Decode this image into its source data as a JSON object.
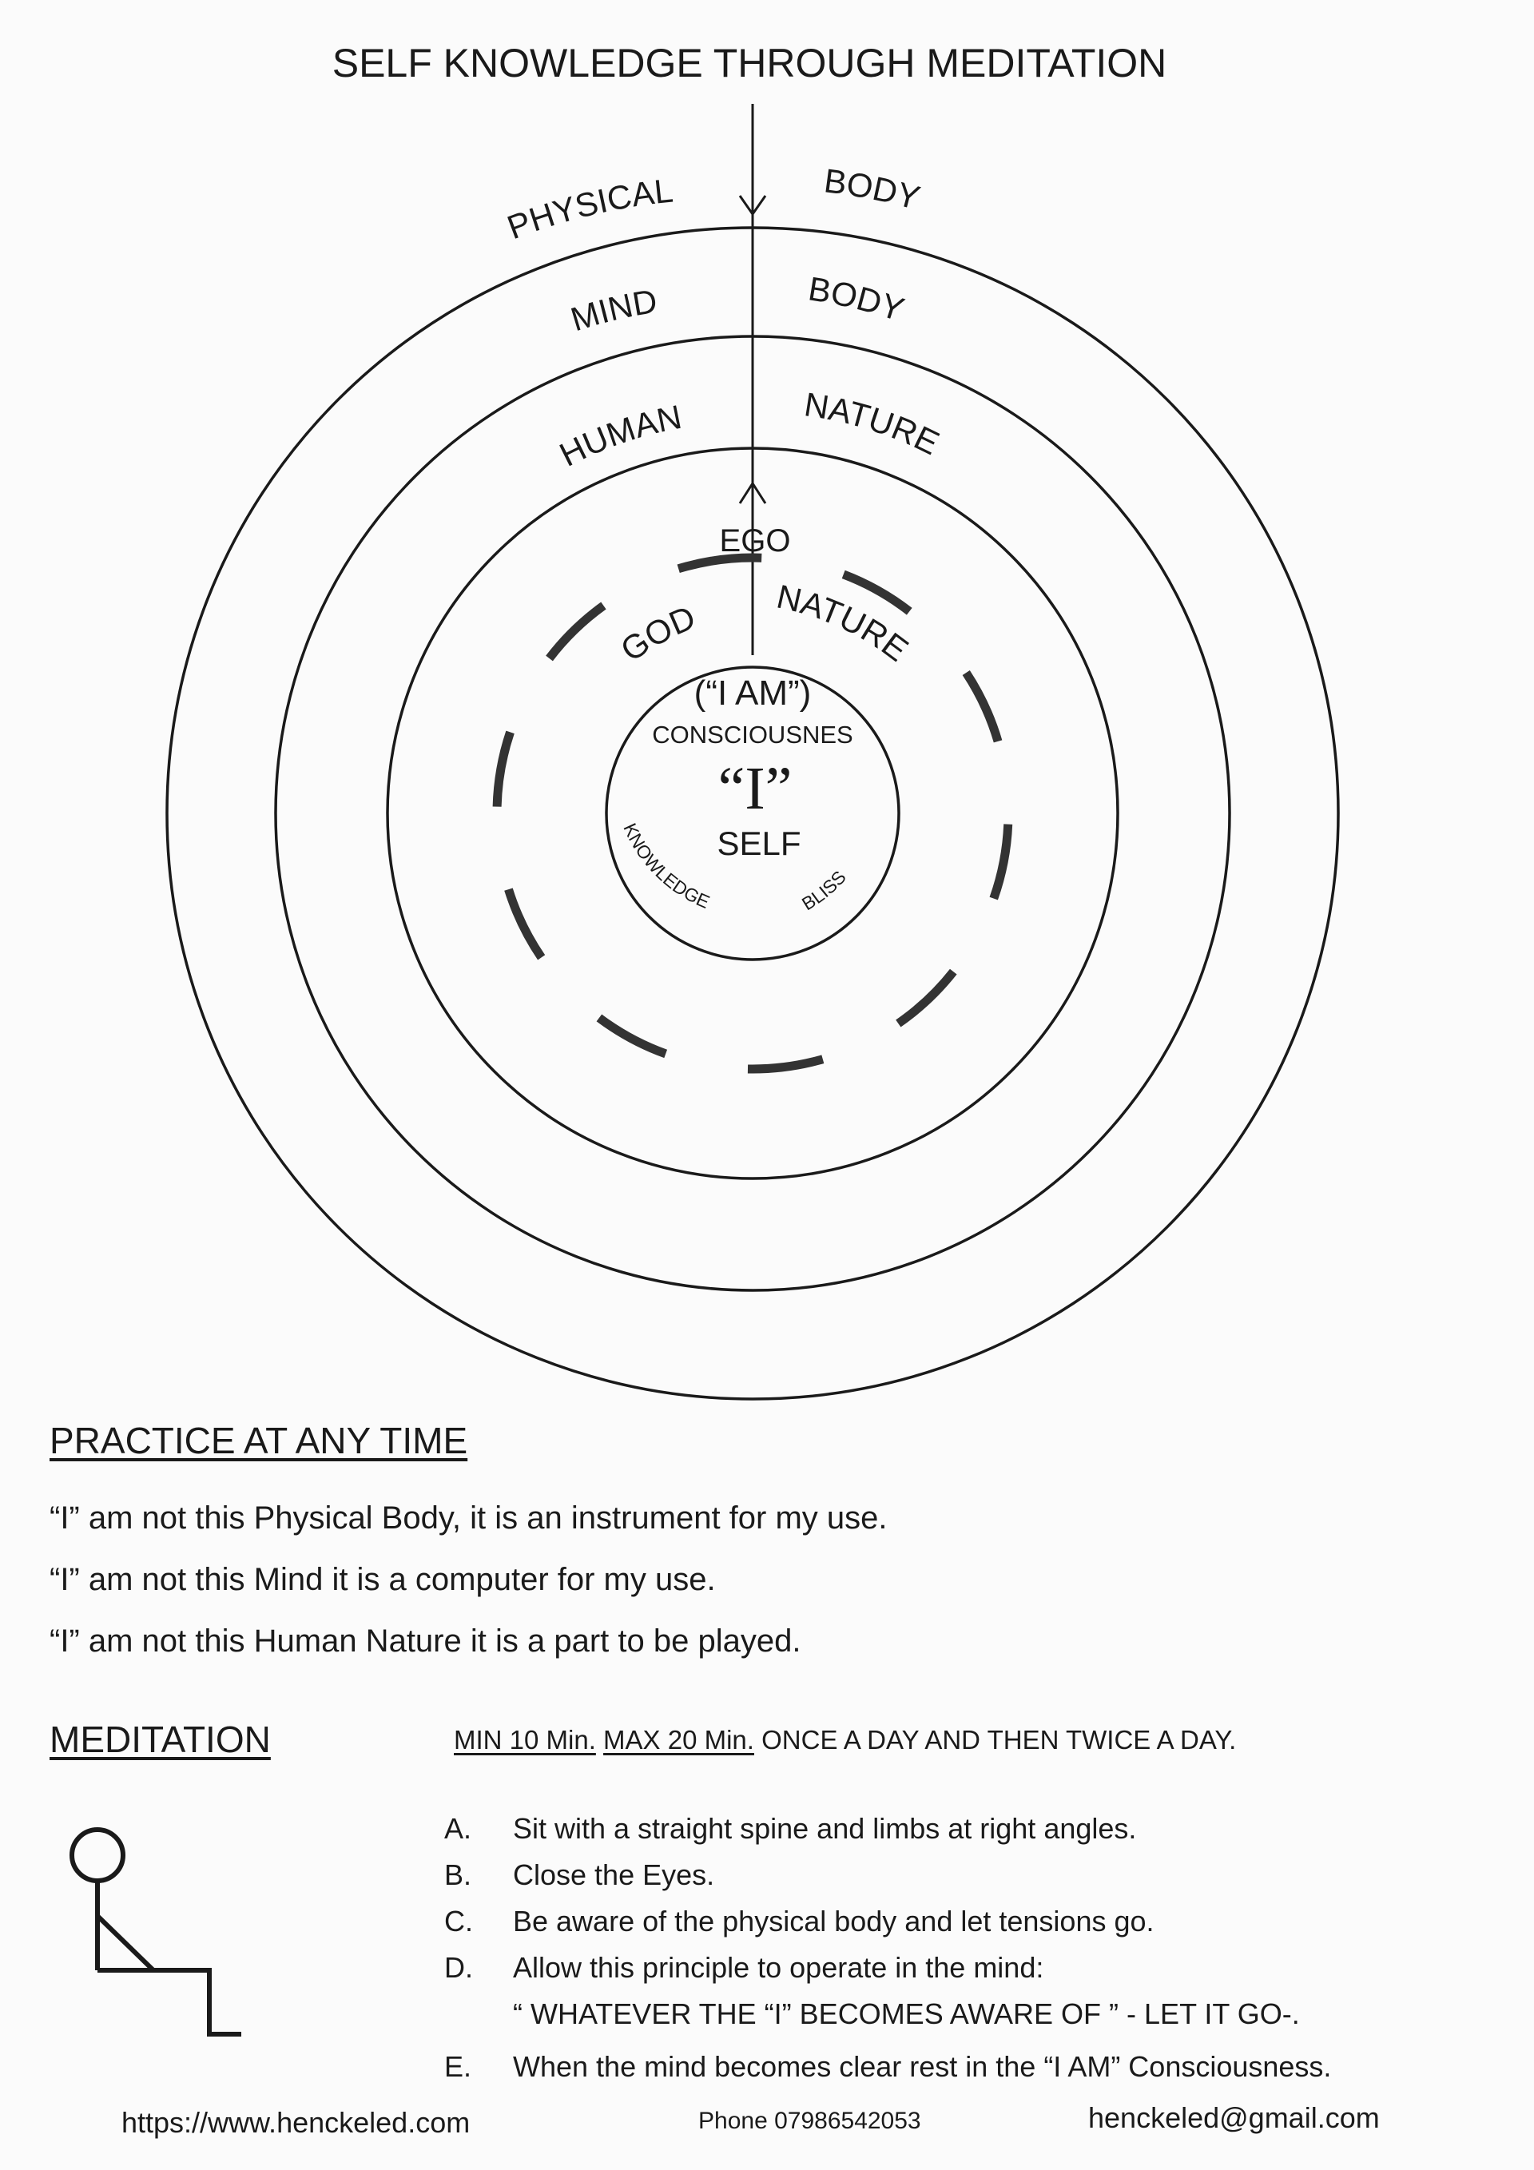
{
  "title": "SELF KNOWLEDGE THROUGH MEDITATION",
  "diagram": {
    "outer_ring_labels": [
      "PHYSICAL",
      "BODY"
    ],
    "second_ring_labels": [
      "MIND",
      "BODY"
    ],
    "third_ring_labels": [
      "HUMAN",
      "NATURE"
    ],
    "dashed_ring_labels": [
      "EGO",
      "GOD",
      "NATURE"
    ],
    "core": {
      "i_am": "(“I AM”)",
      "consciousness": "CONSCIOUSNES",
      "i": "“I”",
      "self": "SELF",
      "knowledge": "KNOWLEDGE",
      "bliss": "BLISS"
    }
  },
  "practice": {
    "heading": "PRACTICE AT ANY TIME",
    "lines": [
      "“I” am not this Physical Body,  it is an instrument for my use.",
      "“I” am not this Mind it is a computer for my use.",
      "“I” am not this Human Nature it is a part to be played."
    ]
  },
  "meditation": {
    "heading": "MEDITATION",
    "min": "MIN 10 Min.",
    "max": "MAX 20 Min.",
    "frequency": "ONCE A DAY AND THEN TWICE A DAY.",
    "steps": [
      {
        "letter": "A.",
        "text": "Sit with a straight spine and limbs at right angles."
      },
      {
        "letter": "B.",
        "text": "Close the Eyes."
      },
      {
        "letter": "C.",
        "text": "Be aware of the physical body and let tensions go."
      },
      {
        "letter": "D.",
        "text": "Allow this principle to operate in the mind:"
      },
      {
        "letter": "",
        "text": "“ WHATEVER THE “I” BECOMES AWARE OF ” - LET IT GO-."
      },
      {
        "letter": "E.",
        "text": "When the mind becomes clear rest in the “I AM” Consciousness."
      }
    ]
  },
  "footer": {
    "website": "https://www.henckeled.com",
    "phone": "Phone  07986542053",
    "email": "henckeled@gmail.com"
  }
}
